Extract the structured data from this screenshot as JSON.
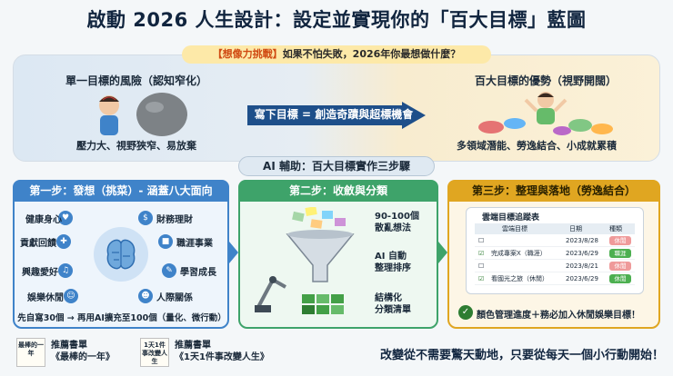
{
  "title": "啟動 2026 人生設計：設定並實現你的「百大目標」藍圖",
  "prompt": {
    "tag": "【想像力挑戰】",
    "text": "如果不怕失敗，2026年你最想做什麼？"
  },
  "left": {
    "heading": "單一目標的風險（認知窄化）",
    "caption": "壓力大、視野狹窄、易放棄"
  },
  "right": {
    "heading": "百大目標的優勢（視野開闊）",
    "caption": "多領域潛能、勞逸結合、小成就累積"
  },
  "arrow_text": "寫下目標 = 創造奇蹟與超標機會",
  "ai_heading": "AI 輔助：百大目標實作三步驟",
  "step1": {
    "heading": "第一步：發想（挑菜）- 涵蓋八大面向",
    "facets": [
      "健康身心",
      "財務理財",
      "貢獻回饋",
      "職涯事業",
      "興趣愛好",
      "學習成長",
      "娛樂休閒",
      "人際關係"
    ],
    "footer": "先自寫30個 → 再用AI擴充至100個（量化、微行動）"
  },
  "step2": {
    "heading": "第二步：收斂與分類",
    "labels": [
      "90-100個\n散亂想法",
      "AI 自動\n整理排序",
      "結構化\n分類清單"
    ]
  },
  "step3": {
    "heading": "第三步：整理與落地（勞逸結合）",
    "tracker_title": "雲端目標追蹤表",
    "columns": [
      "雲端目標",
      "日期",
      "種類"
    ],
    "rows": [
      {
        "goal": "",
        "date": "2023/8/28",
        "kind": "休閒",
        "checked": false
      },
      {
        "goal": "完成專案X（職涯）",
        "date": "2023/6/29",
        "kind": "職涯",
        "checked": true
      },
      {
        "goal": "",
        "date": "2023/8/21",
        "kind": "休閒",
        "checked": false
      },
      {
        "goal": "看國光之旅（休閒）",
        "date": "2023/6/29",
        "kind": "休閒",
        "checked": true
      }
    ],
    "footer": "顏色管理進度＋務必加入休閒娛樂目標！"
  },
  "books": [
    {
      "cover": "最棒的一年",
      "label": "推薦書單\n《最棒的一年》"
    },
    {
      "cover": "1天1件事改變人生",
      "label": "推薦書單\n《1天1件事改變人生》"
    }
  ],
  "ending": "改變從不需要驚天動地，只要從每天一個小行動開始！",
  "colors": {
    "blue": "#3f83c9",
    "green": "#3ea36a",
    "gold": "#e0a621",
    "navy": "#1e4f8a"
  }
}
